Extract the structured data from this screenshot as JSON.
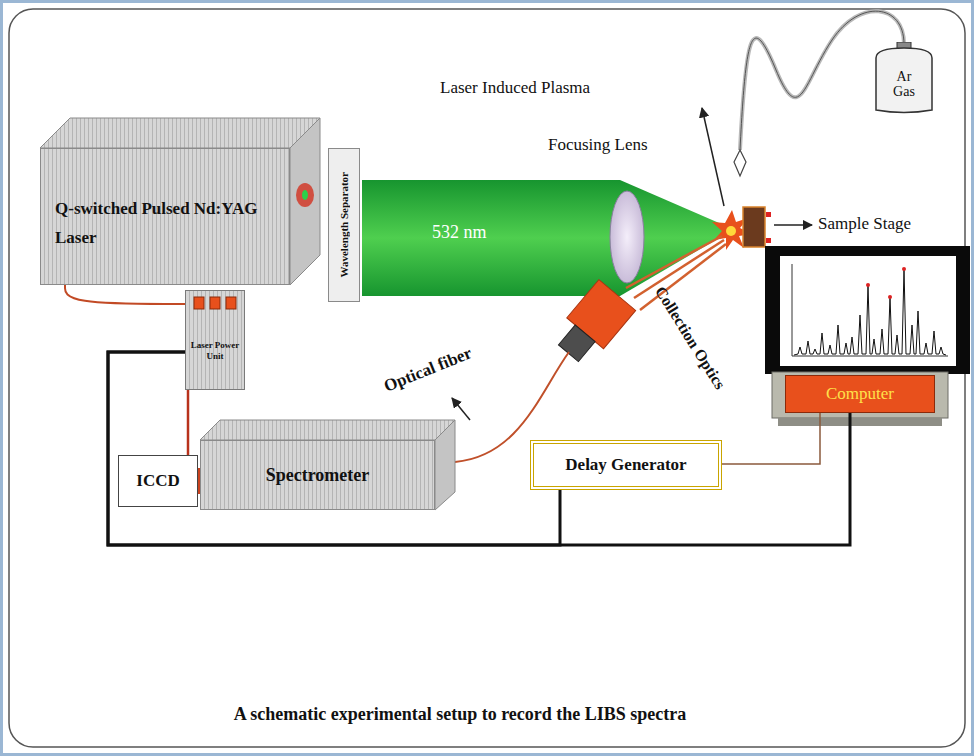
{
  "diagram": {
    "caption": "A schematic experimental setup to record the LIBS spectra",
    "nodes": [
      {
        "text": [
          "Q-switched Pulsed Nd:YAG Laser"
        ]
      },
      {
        "text": [
          "Wavelength Separator"
        ]
      },
      {
        "text": [
          "Ar Gas"
        ]
      },
      {
        "text": [
          "Laser Power Unit"
        ]
      },
      {
        "text": [
          "ICCD"
        ]
      },
      {
        "text": [
          "Spectrometer"
        ]
      },
      {
        "text": [
          "Delay Generator"
        ]
      },
      {
        "text": [
          "Computer"
        ]
      }
    ],
    "edges": [
      {
        "from": 0,
        "to": 3,
        "arrow": "none"
      },
      {
        "from": 3,
        "to": 4,
        "arrow": "none"
      },
      {
        "from": 3,
        "to": 6,
        "arrow": "none"
      },
      {
        "from": 3,
        "to": 7,
        "arrow": "none"
      },
      {
        "from": 6,
        "to": 7,
        "arrow": "none"
      }
    ],
    "labels": [
      "532 nm",
      "Focusing Lens",
      "Laser Induced Plasma",
      "Sample Stage",
      "Collection Optics",
      "Optical fiber"
    ]
  }
}
